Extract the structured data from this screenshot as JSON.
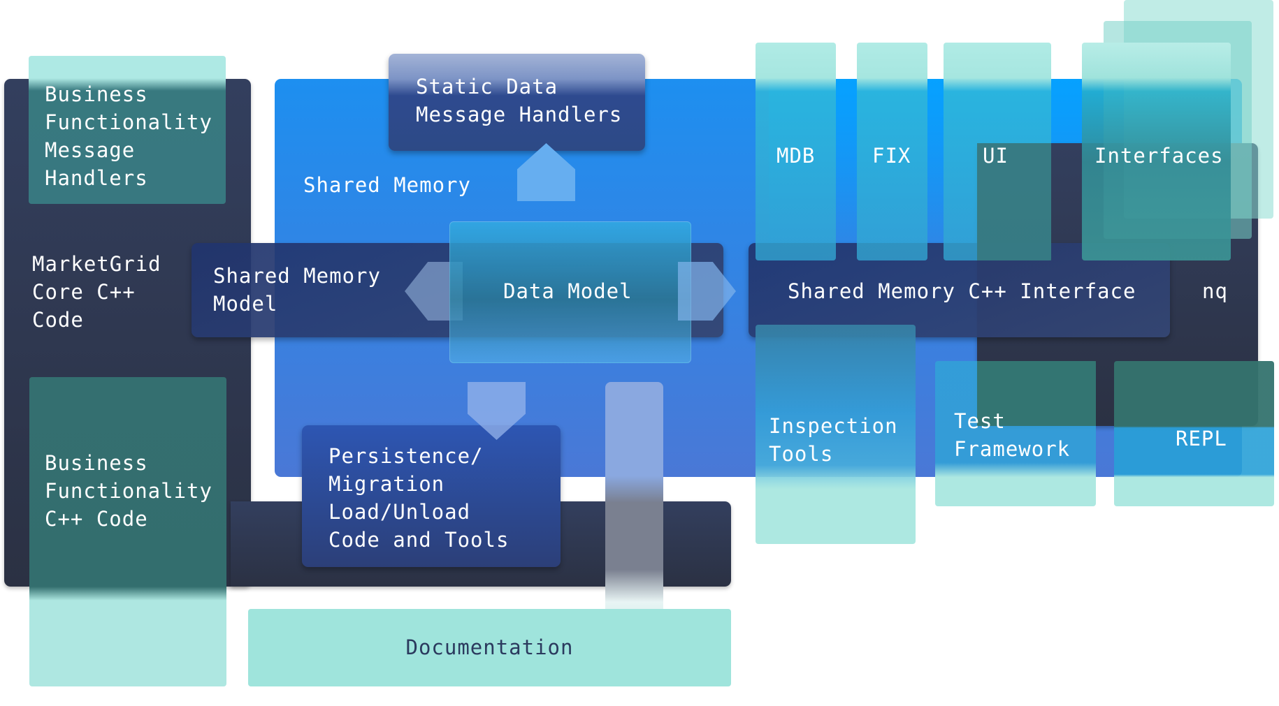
{
  "diagram": {
    "title": "MarketGrid architecture",
    "core": {
      "label": "MarketGrid\nCore C++\nCode"
    },
    "bf_handlers": {
      "label": "Business\nFunctionality\nMessage\nHandlers"
    },
    "bf_code": {
      "label": "Business\nFunctionality\nC++ Code"
    },
    "shared_memory": {
      "label": "Shared Memory"
    },
    "static_data": {
      "label": "Static Data\nMessage Handlers"
    },
    "sm_model": {
      "label": "Shared Memory\nModel"
    },
    "data_model": {
      "label": "Data Model"
    },
    "persistence": {
      "label": "Persistence/\nMigration\nLoad/Unload\nCode and Tools"
    },
    "documentation": {
      "label": "Documentation"
    },
    "smcpp": {
      "label": "Shared Memory C++ Interface"
    },
    "nq": {
      "label": "nq"
    },
    "mdb": {
      "label": "MDB"
    },
    "fix": {
      "label": "FIX"
    },
    "ui": {
      "label": "UI"
    },
    "interfaces": {
      "label": "Interfaces"
    },
    "inspection": {
      "label": "Inspection\nTools"
    },
    "test": {
      "label": "Test\nFramework"
    },
    "repl": {
      "label": "REPL"
    },
    "colors": {
      "blue": "#1a8ff0",
      "navy": "#2a3a6e",
      "dark": "#2e3548",
      "teal": "#9ee3dc",
      "teal_dark": "#367f7f"
    }
  }
}
